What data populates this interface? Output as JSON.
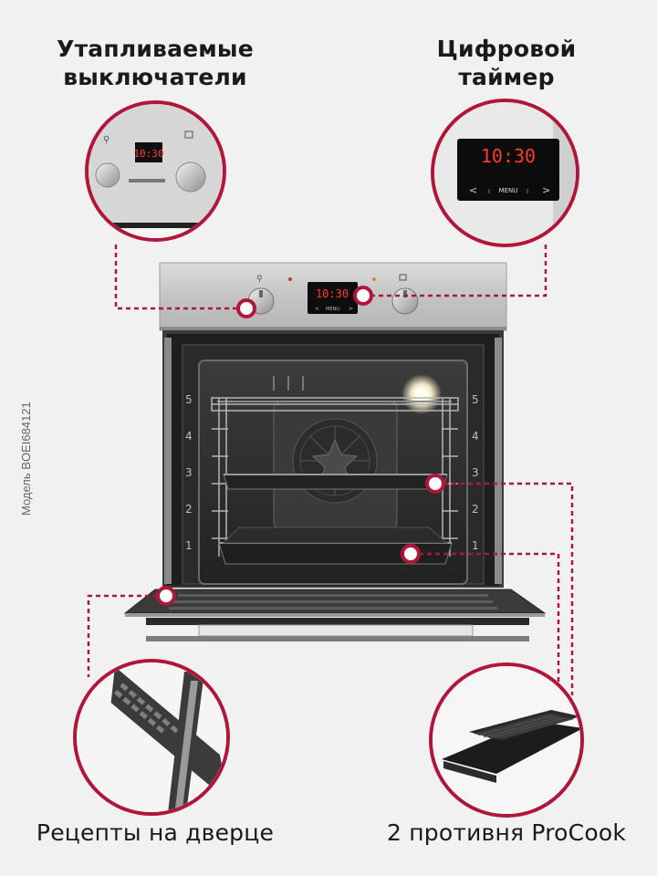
{
  "features": {
    "switches_label": "Утапливаемые\nвыключатели",
    "timer_label": "Цифровой\nтаймер",
    "recipes_label": "Рецепты на дверце",
    "trays_label": "2 противня ProCook"
  },
  "model_text": "Модель BOEI684121",
  "display": {
    "time": "10:30",
    "menu_label": "MENU",
    "prev_symbol": "<",
    "next_symbol": ">"
  },
  "oven": {
    "rack_levels": [
      "5",
      "4",
      "3",
      "2",
      "1"
    ]
  },
  "colors": {
    "accent": "#b0163a",
    "display_digits": "#ff3b2f",
    "steel": "#c9c9c9",
    "cavity": "#2b2b2b",
    "background": "#f1f1f1"
  }
}
